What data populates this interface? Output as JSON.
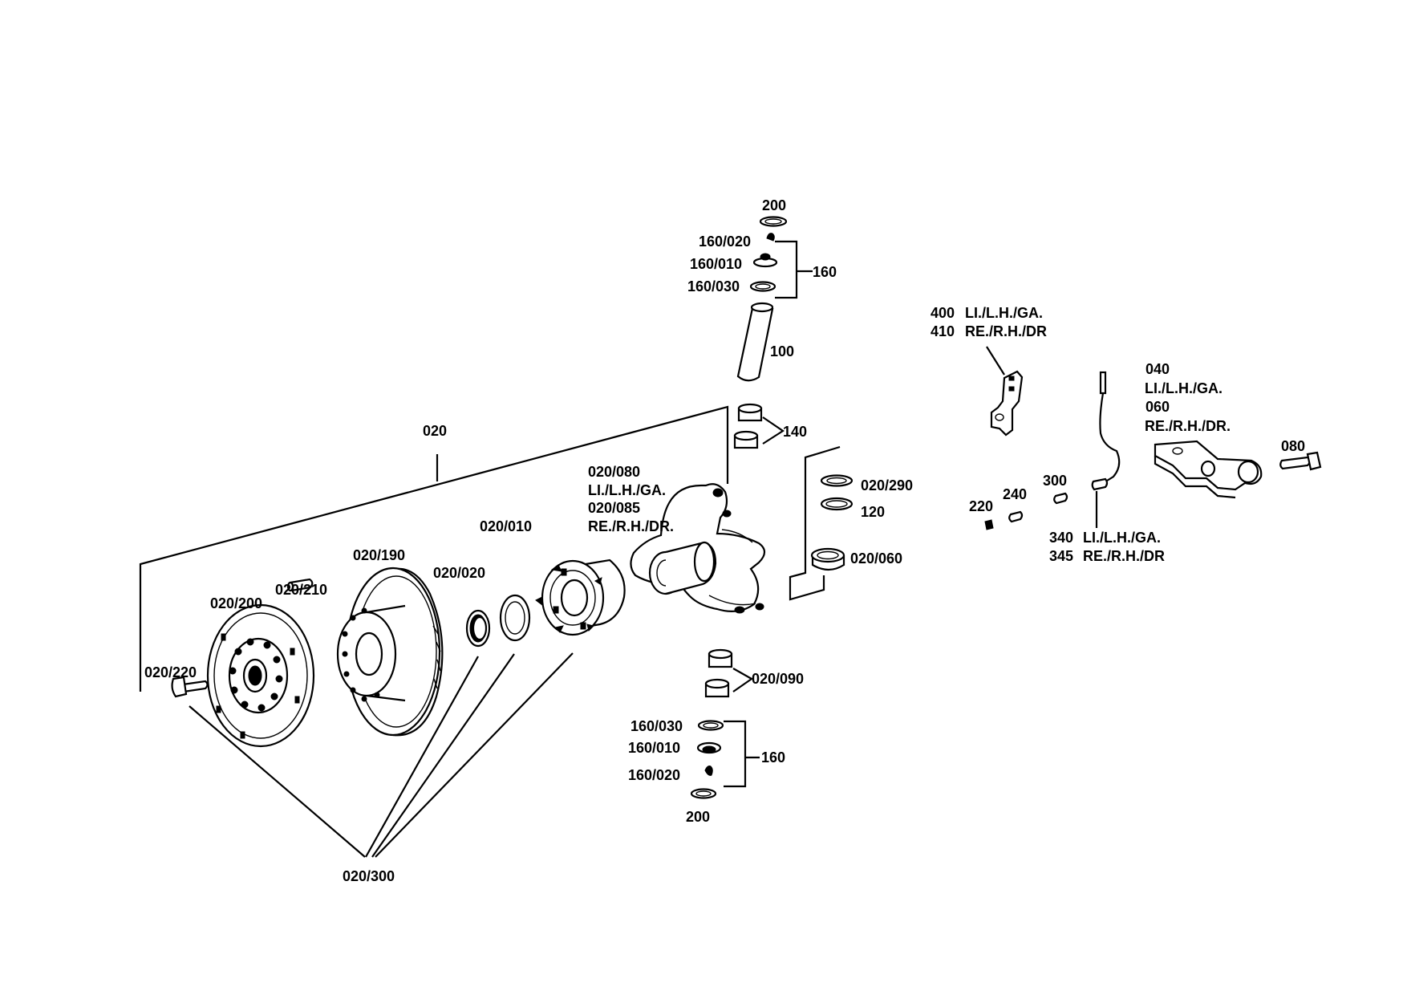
{
  "colors": {
    "ink": "#000000",
    "background": "#ffffff"
  },
  "labels": {
    "l_200_top": "200",
    "l_160_020_top": "160/020",
    "l_160_010_top": "160/010",
    "l_160_030_top": "160/030",
    "l_160_top": "160",
    "l_100": "100",
    "l_140": "140",
    "l_020": "020",
    "l_020_080": "020/080",
    "l_li_lh_ga_080": "LI./L.H./GA.",
    "l_020_085": "020/085",
    "l_re_rh_dr_085": "RE./R.H./DR.",
    "l_020_010": "020/010",
    "l_020_290": "020/290",
    "l_120": "120",
    "l_020_060": "020/060",
    "l_020_190": "020/190",
    "l_020_020": "020/020",
    "l_020_210": "020/210",
    "l_020_200": "020/200",
    "l_020_220": "020/220",
    "l_020_090": "020/090",
    "l_160_030_bot": "160/030",
    "l_160_010_bot": "160/010",
    "l_160_020_bot": "160/020",
    "l_160_bot": "160",
    "l_200_bot": "200",
    "l_020_300": "020/300",
    "l_400": "400",
    "l_li_lh_ga_400": "LI./L.H./GA.",
    "l_410": "410",
    "l_re_rh_dr_410": "RE./R.H./DR",
    "l_040": "040",
    "l_li_lh_ga_040": "LI./L.H./GA.",
    "l_060": "060",
    "l_re_rh_dr_060": "RE./R.H./DR.",
    "l_080": "080",
    "l_300": "300",
    "l_240": "240",
    "l_220": "220",
    "l_340": "340",
    "l_li_lh_ga_340": "LI./L.H./GA.",
    "l_345": "345",
    "l_re_rh_dr_345": "RE./R.H./DR"
  }
}
